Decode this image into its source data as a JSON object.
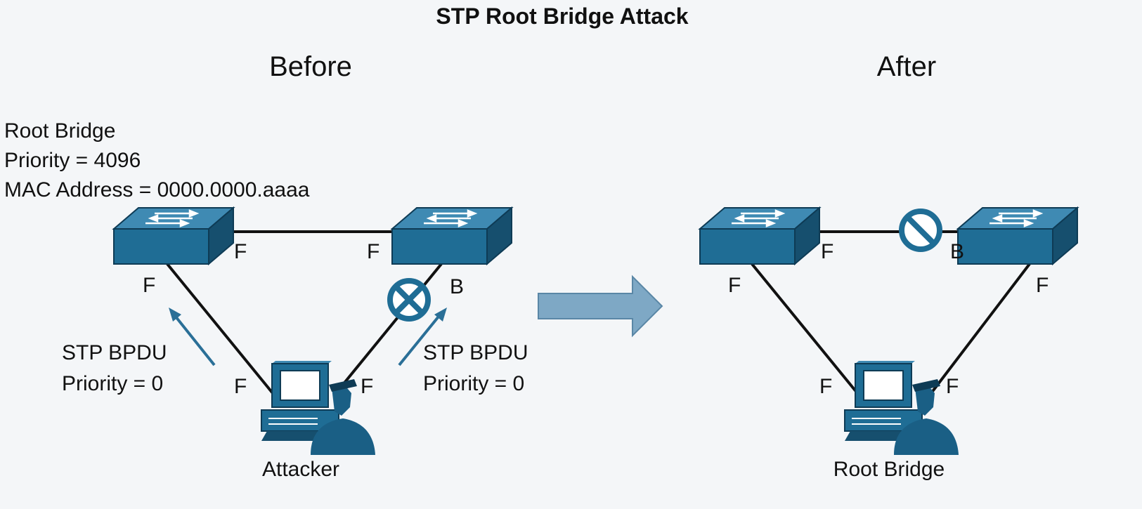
{
  "title": "STP Root Bridge Attack",
  "before": {
    "heading": "Before",
    "root_info": [
      "Root Bridge",
      "Priority = 4096",
      "MAC Address = 0000.0000.aaaa"
    ],
    "ports": {
      "switch_a_right": "F",
      "switch_a_bottom": "F",
      "switch_b_left": "F",
      "switch_b_bottom": "B",
      "pc_left": "F",
      "pc_right": "F"
    },
    "bpdu_left": [
      "STP BPDU",
      "Priority = 0"
    ],
    "bpdu_right": [
      "STP BPDU",
      "Priority = 0"
    ],
    "pc_label": "Attacker"
  },
  "after": {
    "heading": "After",
    "ports": {
      "switch_a_right": "F",
      "switch_a_bottom": "F",
      "switch_b_left": "B",
      "switch_b_bottom": "F",
      "pc_left": "F",
      "pc_right": "F"
    },
    "pc_label": "Root Bridge"
  },
  "colors": {
    "device_blue": "#1f6d95",
    "device_dark": "#164f6e",
    "arrow_blue": "#2a6f97",
    "transition_arrow": "#7ea8c5",
    "background": "#f4f6f8"
  },
  "icons": [
    "switch-icon",
    "blocked-port-icon",
    "attacker-pc-icon",
    "transition-arrow-icon"
  ]
}
